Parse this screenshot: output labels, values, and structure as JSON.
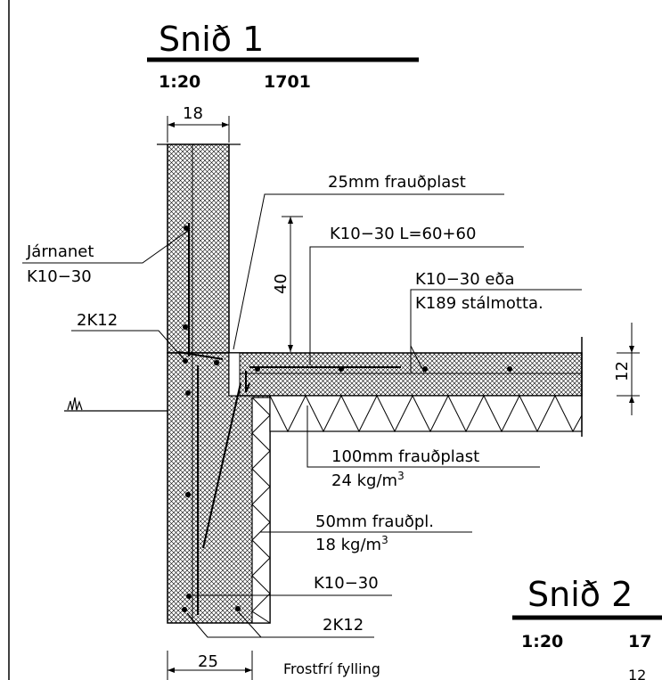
{
  "section1": {
    "title": "Snið  1",
    "scale": "1:20",
    "number": "1701"
  },
  "section2": {
    "title": "Snið  2",
    "scale": "1:20",
    "number": "17",
    "partial": "12"
  },
  "dimensions": {
    "wall_top": "18",
    "wall_bottom": "25",
    "height": "40",
    "slab": "12"
  },
  "labels": {
    "frauthplast_25": "25mm  frauðplast",
    "rebar_l": "K10−30  L=60+60",
    "rebar_or": "K10−30  eða",
    "mesh": "K189  stálmotta.",
    "jarnanet": "Járnanet",
    "jarnanet_rebar": "K10−30",
    "rebar_2k12_top": "2K12",
    "frauthplast_100": "100mm  frauðplast",
    "density_24": "24  kg/m",
    "frauthpl_50": "50mm  frauðpl.",
    "density_18": "18  kg/m",
    "density_sup": "3",
    "rebar_k10_30": "K10−30",
    "rebar_2k12_bottom": "2K12",
    "fill": "Frostfrí  fylling"
  },
  "colors": {
    "ink": "#000000",
    "background": "#ffffff"
  }
}
